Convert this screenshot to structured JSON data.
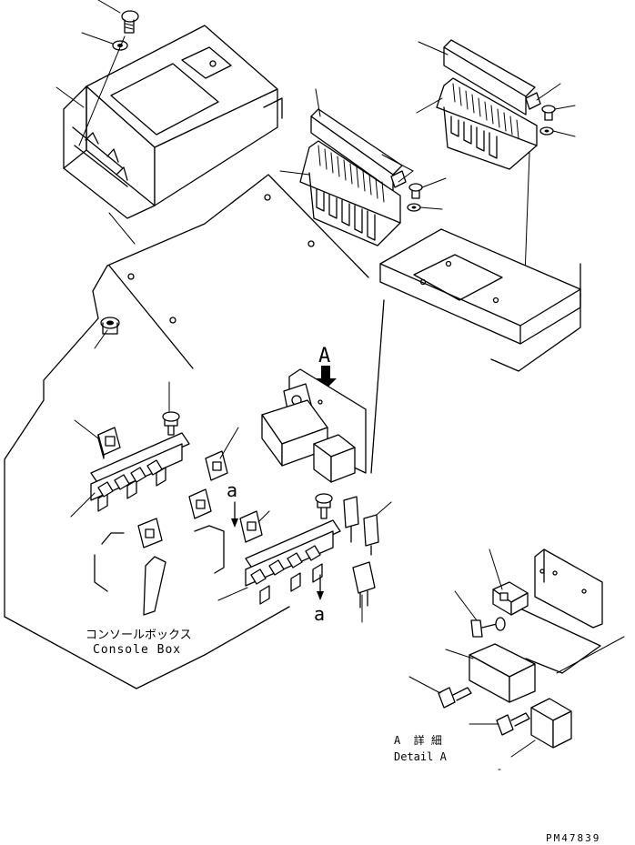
{
  "labels": {
    "view_marker": "A",
    "arrow_marker_top": "a",
    "arrow_marker_bottom": "a",
    "console_box_jp": "コンソールボックス",
    "console_box_en": "Console Box",
    "detail_jp": "A  詳 細",
    "detail_en": "Detail A",
    "drawing_number": "PM47839"
  },
  "colors": {
    "line": "#000000",
    "paper": "#ffffff"
  }
}
